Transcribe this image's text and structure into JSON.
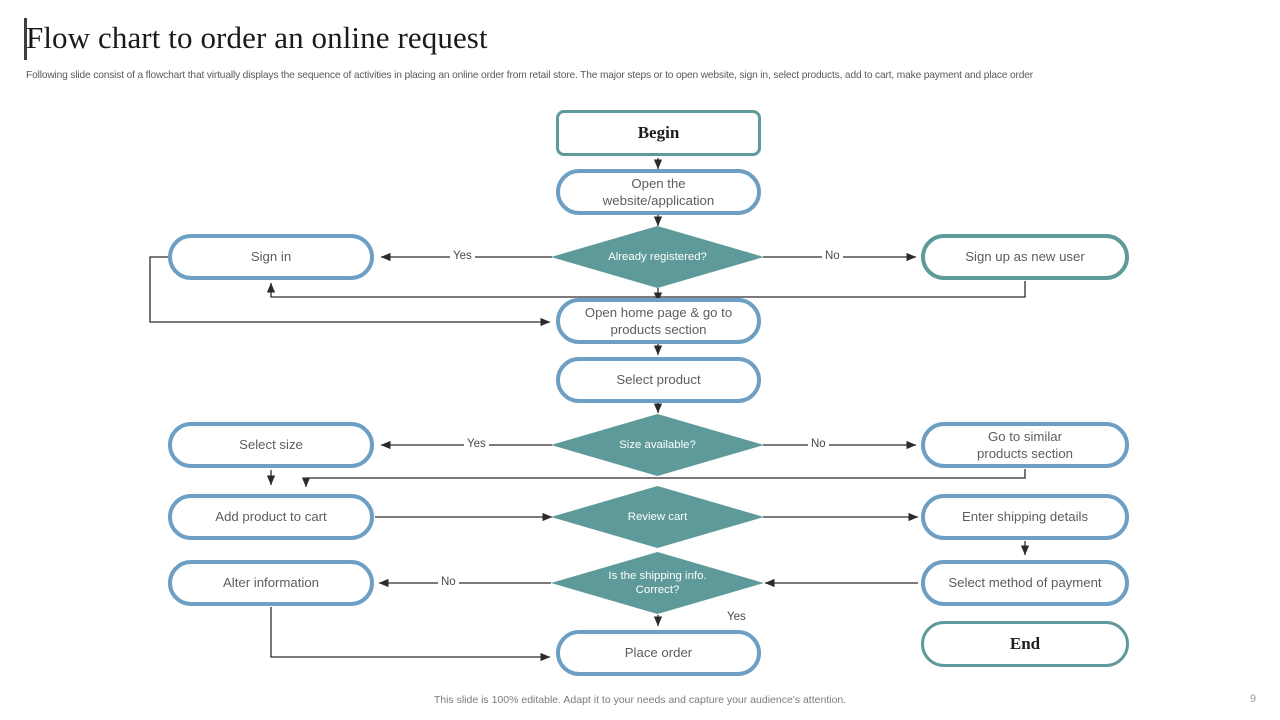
{
  "header": {
    "title": "Flow chart to order an online request",
    "subtitle": "Following slide consist of a flowchart that virtually displays the sequence of activities in placing an online order from retail store. The major steps or to open website, sign in, select products, add to cart, make payment and place order"
  },
  "footer": {
    "note": "This slide is 100% editable. Adapt it to your needs and capture your audience's attention.",
    "page_number": "9"
  },
  "colors": {
    "teal": "#5d9a99",
    "blue": "#6d9fc4",
    "text": "#5d5d5d",
    "line": "#2b2b2b"
  },
  "chart_data": {
    "type": "diagram",
    "diagram_kind": "flowchart",
    "title": "Flow chart to order an online request",
    "nodes": [
      {
        "id": "begin",
        "label": "Begin",
        "shape": "terminal",
        "style": "teal-rect"
      },
      {
        "id": "open_site",
        "label": "Open the\nwebsite/application",
        "shape": "rounded",
        "style": "blue"
      },
      {
        "id": "already_reg",
        "label": "Already registered?",
        "shape": "diamond",
        "style": "teal-fill"
      },
      {
        "id": "sign_in",
        "label": "Sign in",
        "shape": "rounded",
        "style": "blue"
      },
      {
        "id": "sign_up",
        "label": "Sign up as new user",
        "shape": "rounded",
        "style": "teal"
      },
      {
        "id": "home_page",
        "label": "Open home page & go to\nproducts section",
        "shape": "rounded",
        "style": "blue"
      },
      {
        "id": "select_product",
        "label": "Select product",
        "shape": "rounded",
        "style": "blue"
      },
      {
        "id": "size_avail",
        "label": "Size available?",
        "shape": "diamond",
        "style": "teal-fill"
      },
      {
        "id": "select_size",
        "label": "Select size",
        "shape": "rounded",
        "style": "blue"
      },
      {
        "id": "similar",
        "label": "Go to similar\nproducts section",
        "shape": "rounded",
        "style": "blue"
      },
      {
        "id": "add_cart",
        "label": "Add product to cart",
        "shape": "rounded",
        "style": "blue"
      },
      {
        "id": "review_cart",
        "label": "Review cart",
        "shape": "diamond",
        "style": "teal-fill"
      },
      {
        "id": "shipping",
        "label": "Enter shipping details",
        "shape": "rounded",
        "style": "blue"
      },
      {
        "id": "ship_ok",
        "label": "Is the shipping info.\nCorrect?",
        "shape": "diamond",
        "style": "teal-fill"
      },
      {
        "id": "alter_info",
        "label": "Alter information",
        "shape": "rounded",
        "style": "blue"
      },
      {
        "id": "payment",
        "label": "Select method of payment",
        "shape": "rounded",
        "style": "blue"
      },
      {
        "id": "place_order",
        "label": "Place order",
        "shape": "rounded",
        "style": "blue"
      },
      {
        "id": "end",
        "label": "End",
        "shape": "terminal",
        "style": "teal-pill"
      }
    ],
    "edges": [
      {
        "from": "begin",
        "to": "open_site",
        "label": ""
      },
      {
        "from": "open_site",
        "to": "already_reg",
        "label": ""
      },
      {
        "from": "already_reg",
        "to": "sign_in",
        "label": "Yes"
      },
      {
        "from": "already_reg",
        "to": "sign_up",
        "label": "No"
      },
      {
        "from": "already_reg",
        "to": "home_page",
        "label": ""
      },
      {
        "from": "sign_in",
        "to": "home_page",
        "label": ""
      },
      {
        "from": "sign_up",
        "to": "sign_in",
        "label": ""
      },
      {
        "from": "home_page",
        "to": "select_product",
        "label": ""
      },
      {
        "from": "select_product",
        "to": "size_avail",
        "label": ""
      },
      {
        "from": "size_avail",
        "to": "select_size",
        "label": "Yes"
      },
      {
        "from": "size_avail",
        "to": "similar",
        "label": "No"
      },
      {
        "from": "select_size",
        "to": "add_cart",
        "label": ""
      },
      {
        "from": "similar",
        "to": "add_cart",
        "label": ""
      },
      {
        "from": "add_cart",
        "to": "review_cart",
        "label": ""
      },
      {
        "from": "review_cart",
        "to": "shipping",
        "label": ""
      },
      {
        "from": "shipping",
        "to": "payment",
        "label": ""
      },
      {
        "from": "payment",
        "to": "ship_ok",
        "label": ""
      },
      {
        "from": "ship_ok",
        "to": "alter_info",
        "label": "No"
      },
      {
        "from": "ship_ok",
        "to": "place_order",
        "label": "Yes"
      },
      {
        "from": "alter_info",
        "to": "place_order",
        "label": ""
      }
    ],
    "edge_labels": [
      "Yes",
      "No",
      "Yes",
      "No",
      "No",
      "Yes"
    ]
  },
  "nodes": {
    "begin": "Begin",
    "open_site_l1": "Open the",
    "open_site_l2": "website/application",
    "already_registered": "Already registered?",
    "sign_in": "Sign in",
    "sign_up": "Sign up as new user",
    "home_page_l1": "Open home page & go to",
    "home_page_l2": "products section",
    "select_product": "Select product",
    "size_available": "Size available?",
    "select_size": "Select size",
    "similar_l1": "Go to similar",
    "similar_l2": "products section",
    "add_cart": "Add product to cart",
    "review_cart": "Review cart",
    "shipping_details": "Enter shipping details",
    "ship_ok_l1": "Is the shipping info.",
    "ship_ok_l2": "Correct?",
    "alter_info": "Alter information",
    "payment": "Select method of payment",
    "place_order": "Place order",
    "end": "End"
  },
  "labels": {
    "reg_yes": "Yes",
    "reg_no": "No",
    "size_yes": "Yes",
    "size_no": "No",
    "ship_no": "No",
    "ship_yes": "Yes"
  }
}
